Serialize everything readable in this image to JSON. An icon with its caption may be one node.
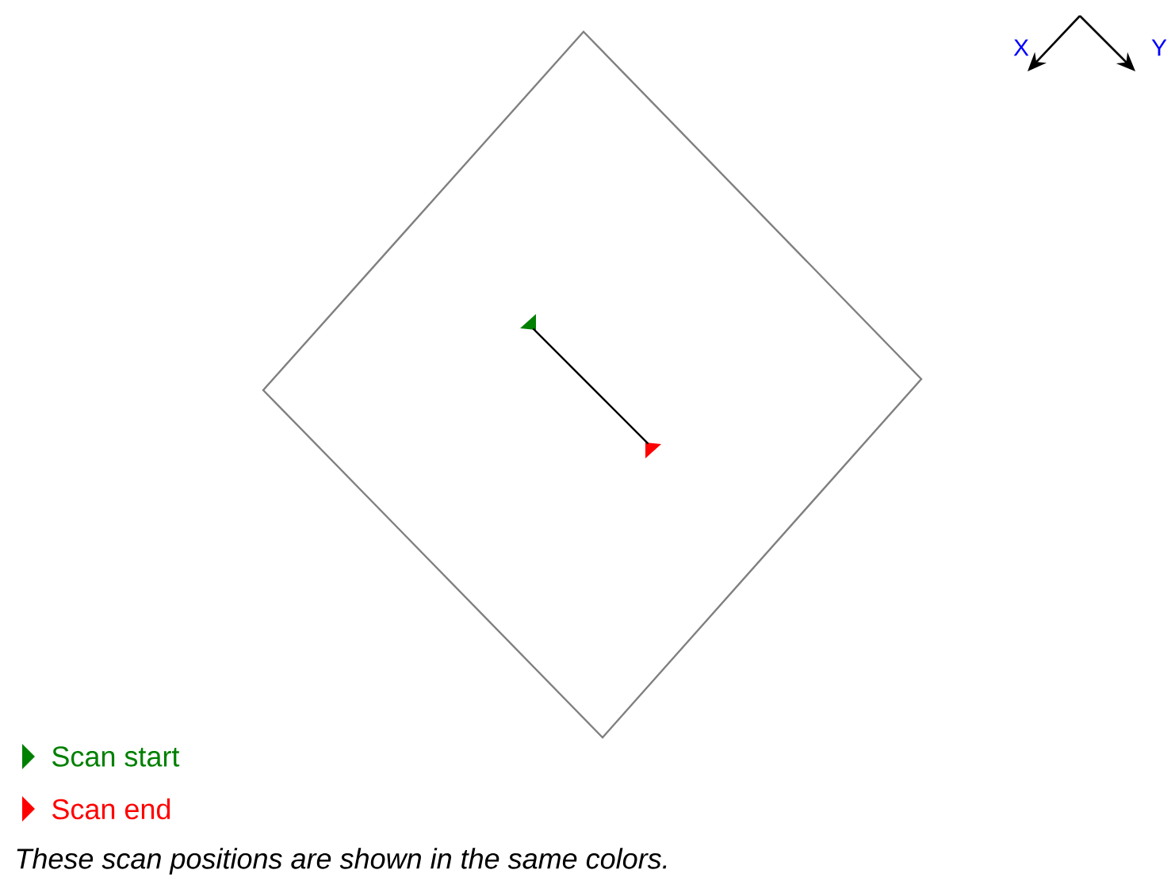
{
  "diagram": {
    "caption": "These scan positions are shown in the same colors.",
    "nodes": [
      {
        "text": [],
        "shape": "diamond"
      },
      {
        "text": [],
        "shape": "triangle",
        "in": 0
      },
      {
        "text": [],
        "shape": "triangle",
        "in": 0
      }
    ],
    "edges": [
      {
        "from": 1,
        "to": 2,
        "arrow": "none"
      }
    ],
    "labels": [
      "X",
      "Y"
    ],
    "legend": [
      {
        "text": "Scan start",
        "color": "#008000"
      },
      {
        "text": "Scan end",
        "color": "#ff0000"
      }
    ]
  }
}
